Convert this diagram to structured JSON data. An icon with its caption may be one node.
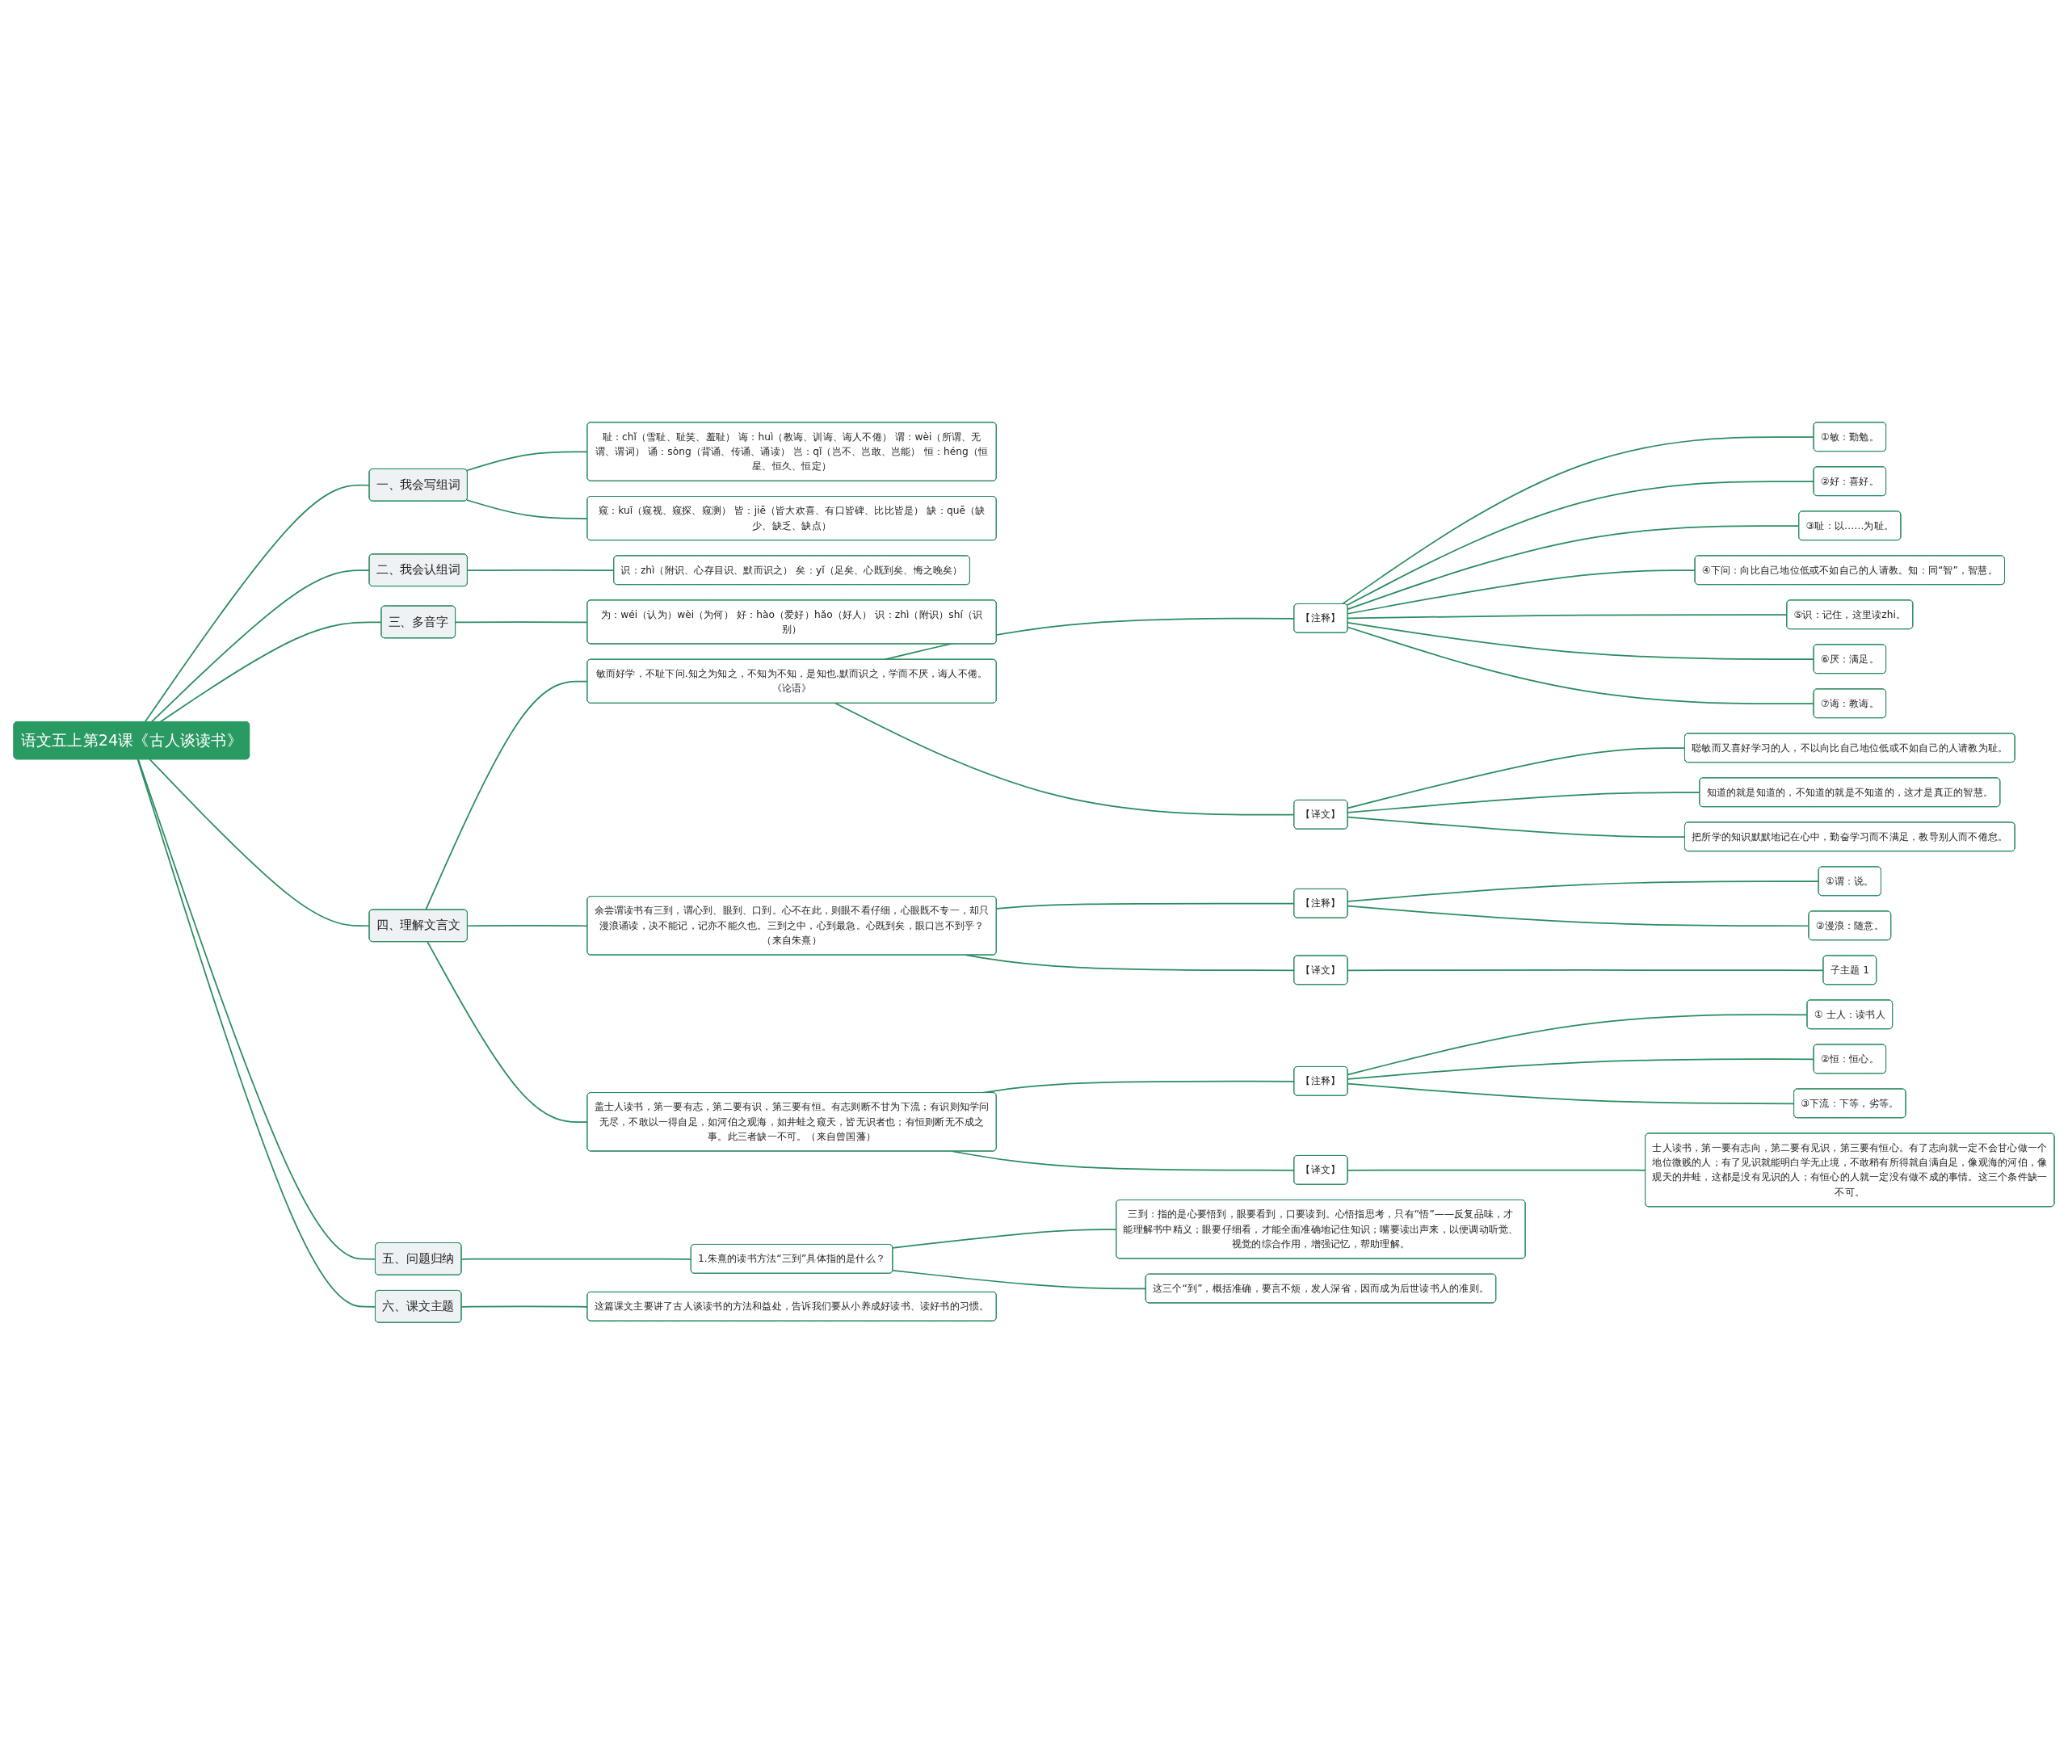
{
  "diagram": {
    "nodes": [
      {
        "text": [
          "语文五上第24课《古人谈读书》"
        ]
      },
      {
        "text": [
          "一、我会写组词"
        ]
      },
      {
        "text": [
          "耻：chǐ（雪耻、耻笑、羞耻） 诲：huì（教诲、训诲、诲人不倦） 谓：wèi（所谓、无谓、谓词） 诵：sòng（背诵、传诵、诵读） 岂：qǐ（岂不、岂敢、岂能） 恒：héng（恒星、恒久、恒定）"
        ]
      },
      {
        "text": [
          "窥：kuī（窥视、窥探、窥测） 皆：jiē（皆大欢喜、有口皆碑、比比皆是） 缺：quē（缺少、缺乏、缺点）"
        ]
      },
      {
        "text": [
          "二、我会认组词"
        ]
      },
      {
        "text": [
          "识：zhì（附识、心存目识、默而识之） 矣：yǐ（足矣、心既到矣、悔之晚矣）"
        ]
      },
      {
        "text": [
          "三、多音字"
        ]
      },
      {
        "text": [
          "为：wéi（认为）wèi（为何） 好：hào（爱好）hǎo（好人） 识：zhì（附识）shí（识别）"
        ]
      },
      {
        "text": [
          "四、理解文言文"
        ]
      },
      {
        "text": [
          "敏而好学，不耻下问.知之为知之，不知为不知，是知也.默而识之，学而不厌，诲人不倦。《论语》"
        ]
      },
      {
        "text": [
          "【注释】"
        ]
      },
      {
        "text": [
          "①敏：勤勉。"
        ]
      },
      {
        "text": [
          "②好：喜好。"
        ]
      },
      {
        "text": [
          "③耻：以……为耻。"
        ]
      },
      {
        "text": [
          "④下问：向比自己地位低或不如自己的人请教。知：同“智”，智慧。"
        ]
      },
      {
        "text": [
          "⑤识：记住，这里读zhi。"
        ]
      },
      {
        "text": [
          "⑥厌：满足。"
        ]
      },
      {
        "text": [
          "⑦诲：教诲。"
        ]
      },
      {
        "text": [
          "【译文】"
        ]
      },
      {
        "text": [
          "聪敏而又喜好学习的人，不以向比自己地位低或不如自己的人请教为耻。"
        ]
      },
      {
        "text": [
          "知道的就是知道的，不知道的就是不知道的，这才是真正的智慧。"
        ]
      },
      {
        "text": [
          "把所学的知识默默地记在心中，勤奋学习而不满足，教导别人而不倦怠。"
        ]
      },
      {
        "text": [
          "余尝谓读书有三到，谓心到、眼到、口到。心不在此，则眼不看仔细，心眼既不专一，却只漫浪诵读，决不能记，记亦不能久也。三到之中，心到最急。心既到矣，眼口岂不到乎？（来自朱熹）"
        ]
      },
      {
        "text": [
          "【注释】"
        ]
      },
      {
        "text": [
          "①谓：说。"
        ]
      },
      {
        "text": [
          "②漫浪：随意。"
        ]
      },
      {
        "text": [
          "【译文】"
        ]
      },
      {
        "text": [
          "子主题 1"
        ]
      },
      {
        "text": [
          "盖士人读书，第一要有志，第二要有识，第三要有恒。有志则断不甘为下流；有识则知学问无尽，不敢以一得自足，如河伯之观海，如井蛙之窥天，皆无识者也；有恒则断无不成之事。此三者缺一不可。（来自曾国藩）"
        ]
      },
      {
        "text": [
          "【注释】"
        ]
      },
      {
        "text": [
          "① 士人：读书人"
        ]
      },
      {
        "text": [
          "②恒：恒心。"
        ]
      },
      {
        "text": [
          "③下流：下等，劣等。"
        ]
      },
      {
        "text": [
          "【译文】"
        ]
      },
      {
        "text": [
          "士人读书，第一要有志向，第二要有见识，第三要有恒心。有了志向就一定不会甘心做一个地位微贱的人；有了见识就能明白学无止境，不敢稍有所得就自满自足，像观海的河伯，像观天的井蛙，这都是没有见识的人；有恒心的人就一定没有做不成的事情。这三个条件缺一不可。"
        ]
      },
      {
        "text": [
          "五、问题归纳"
        ]
      },
      {
        "text": [
          "1.朱熹的读书方法“三到”具体指的是什么？"
        ]
      },
      {
        "text": [
          "三到：指的是心要悟到，眼要看到，口要读到。心悟指思考，只有“悟”——反复品味，才能理解书中精义；眼要仔细看，才能全面准确地记住知识；嘴要读出声来，以便调动听觉、视觉的综合作用，增强记忆，帮助理解。"
        ]
      },
      {
        "text": [
          "这三个“到”，概括准确，要言不烦，发人深省，因而成为后世读书人的准则。"
        ]
      },
      {
        "text": [
          "六、课文主题"
        ]
      },
      {
        "text": [
          "这篇课文主要讲了古人谈读书的方法和益处，告诉我们要从小养成好读书、读好书的习惯。"
        ]
      }
    ],
    "edges": [
      {
        "from": 0,
        "to": 1,
        "arrow": "none"
      },
      {
        "from": 1,
        "to": 2,
        "arrow": "none"
      },
      {
        "from": 1,
        "to": 3,
        "arrow": "none"
      },
      {
        "from": 0,
        "to": 4,
        "arrow": "none"
      },
      {
        "from": 4,
        "to": 5,
        "arrow": "none"
      },
      {
        "from": 0,
        "to": 6,
        "arrow": "none"
      },
      {
        "from": 6,
        "to": 7,
        "arrow": "none"
      },
      {
        "from": 0,
        "to": 8,
        "arrow": "none"
      },
      {
        "from": 8,
        "to": 9,
        "arrow": "none"
      },
      {
        "from": 9,
        "to": 10,
        "arrow": "none"
      },
      {
        "from": 10,
        "to": 11,
        "arrow": "none"
      },
      {
        "from": 10,
        "to": 12,
        "arrow": "none"
      },
      {
        "from": 10,
        "to": 13,
        "arrow": "none"
      },
      {
        "from": 10,
        "to": 14,
        "arrow": "none"
      },
      {
        "from": 10,
        "to": 15,
        "arrow": "none"
      },
      {
        "from": 10,
        "to": 16,
        "arrow": "none"
      },
      {
        "from": 10,
        "to": 17,
        "arrow": "none"
      },
      {
        "from": 9,
        "to": 18,
        "arrow": "none"
      },
      {
        "from": 18,
        "to": 19,
        "arrow": "none"
      },
      {
        "from": 18,
        "to": 20,
        "arrow": "none"
      },
      {
        "from": 18,
        "to": 21,
        "arrow": "none"
      },
      {
        "from": 8,
        "to": 22,
        "arrow": "none"
      },
      {
        "from": 22,
        "to": 23,
        "arrow": "none"
      },
      {
        "from": 23,
        "to": 24,
        "arrow": "none"
      },
      {
        "from": 23,
        "to": 25,
        "arrow": "none"
      },
      {
        "from": 22,
        "to": 26,
        "arrow": "none"
      },
      {
        "from": 26,
        "to": 27,
        "arrow": "none"
      },
      {
        "from": 8,
        "to": 28,
        "arrow": "none"
      },
      {
        "from": 28,
        "to": 29,
        "arrow": "none"
      },
      {
        "from": 29,
        "to": 30,
        "arrow": "none"
      },
      {
        "from": 29,
        "to": 31,
        "arrow": "none"
      },
      {
        "from": 29,
        "to": 32,
        "arrow": "none"
      },
      {
        "from": 28,
        "to": 33,
        "arrow": "none"
      },
      {
        "from": 33,
        "to": 34,
        "arrow": "none"
      },
      {
        "from": 0,
        "to": 35,
        "arrow": "none"
      },
      {
        "from": 35,
        "to": 36,
        "arrow": "none"
      },
      {
        "from": 36,
        "to": 37,
        "arrow": "none"
      },
      {
        "from": 36,
        "to": 38,
        "arrow": "none"
      },
      {
        "from": 0,
        "to": 39,
        "arrow": "none"
      },
      {
        "from": 39,
        "to": 40,
        "arrow": "none"
      }
    ]
  }
}
